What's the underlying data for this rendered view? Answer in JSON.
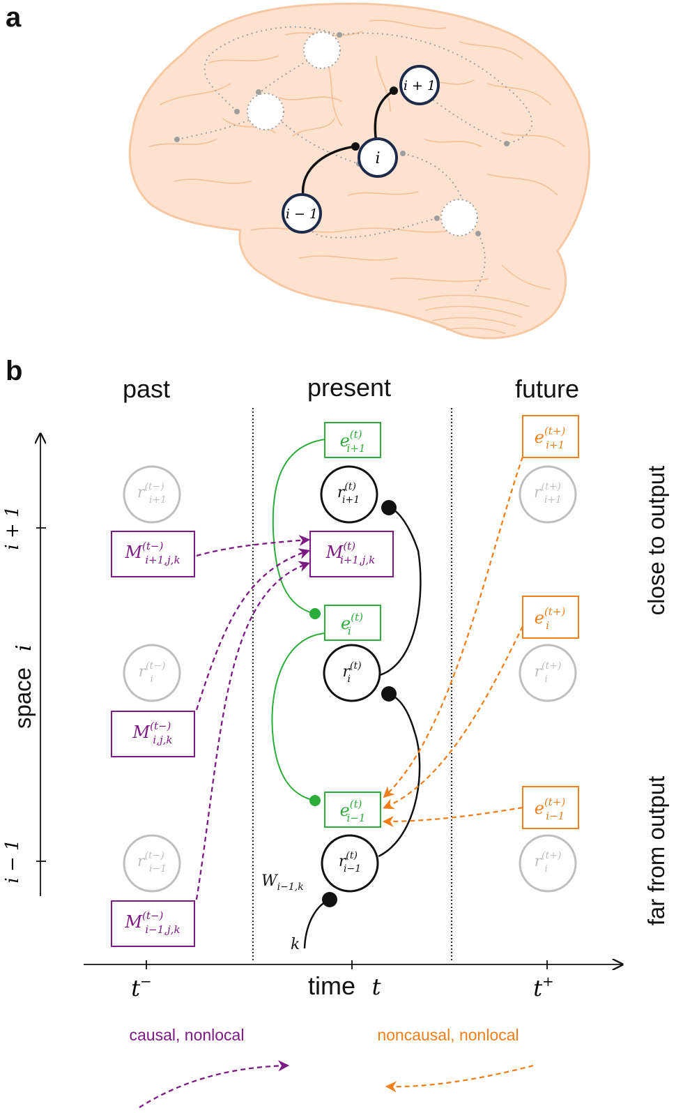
{
  "panels": {
    "a": "a",
    "b": "b"
  },
  "brain_nodes": {
    "upper": "i + 1",
    "middle": "i",
    "lower": "i − 1"
  },
  "columns": {
    "past": "past",
    "present": "present",
    "future": "future"
  },
  "side_labels": {
    "top": "close to output",
    "bottom": "far from output"
  },
  "y_axis": {
    "label": "space",
    "label_var": "i",
    "tick_upper": "i + 1",
    "tick_lower": "i − 1"
  },
  "x_axis": {
    "label": "time",
    "label_var": "t",
    "tick_past_base": "t",
    "tick_past_sup": "−",
    "tick_future_base": "t",
    "tick_future_sup": "+"
  },
  "present_units": {
    "e_base": "e",
    "e_sup": "(t)",
    "r_base": "r",
    "r_sup": "(t)",
    "m_base": "M",
    "m_sup": "(t)",
    "m_sub": "i+1,j,k",
    "sub_up": "i+1",
    "sub_mid": "i",
    "sub_low": "i−1"
  },
  "past_units": {
    "r_base": "r",
    "r_sup": "(t−)",
    "m_base": "M",
    "m_sup": "(t−)",
    "r_sub_up": "i+1",
    "r_sub_mid": "i",
    "r_sub_low": "i−1",
    "m_sub_up": "i+1,j,k",
    "m_sub_mid": "i,j,k",
    "m_sub_low": "i−1,j,k"
  },
  "future_units": {
    "e_base": "e",
    "e_sup": "(t+)",
    "r_base": "r",
    "r_sup": "(t+)",
    "e_sub_up": "i+1",
    "e_sub_mid": "i",
    "e_sub_low": "i−1",
    "r_sub_up": "i+1",
    "r_sub_mid": "i",
    "r_sub_low": "i"
  },
  "input": {
    "weight_base": "W",
    "weight_sub": "i−1,k",
    "source": "k"
  },
  "legend": {
    "causal": "causal, nonlocal",
    "noncausal": "noncausal, nonlocal"
  },
  "colors": {
    "causal": "#7b1a82",
    "noncausal": "#f07f1b",
    "error": "#2cac3a",
    "past_future_unit": "#bfbfbf",
    "brain_fill": "#fde3cf",
    "brain_line": "#f5c7a3",
    "node_border": "#1d2a4a"
  }
}
